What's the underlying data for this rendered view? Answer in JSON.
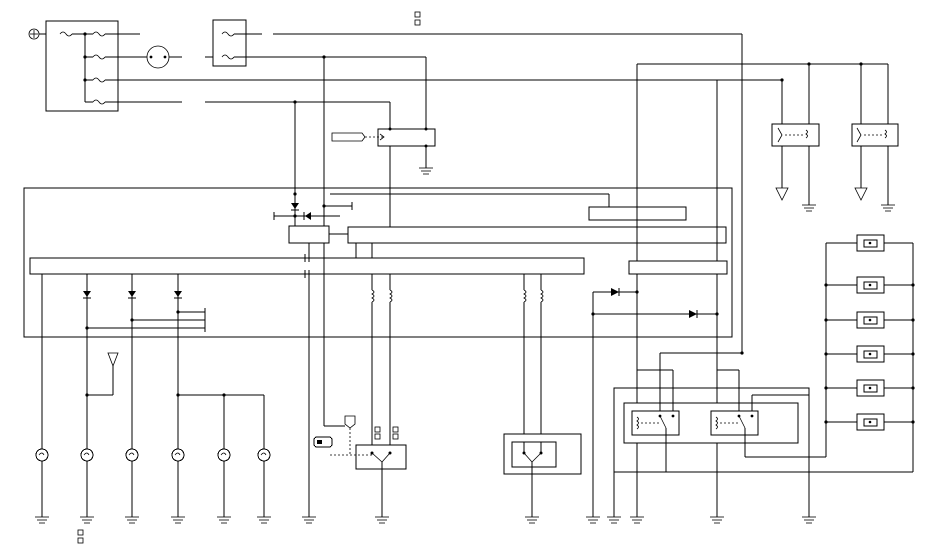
{
  "diagram": {
    "title": "",
    "background": "#ffffff",
    "line_color": "#000000",
    "ground_symbol_count": 19,
    "lamp_count": 6,
    "motor_count": 6,
    "relay_count": 2
  }
}
